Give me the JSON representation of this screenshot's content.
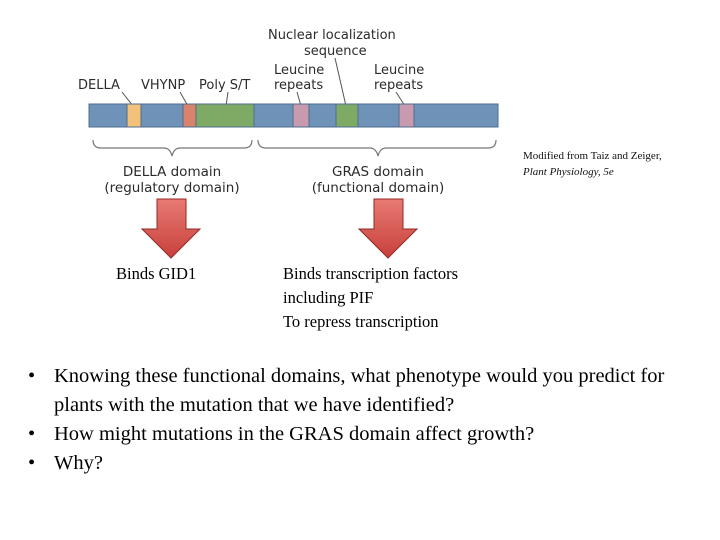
{
  "diagram": {
    "labels": {
      "della": "DELLA",
      "vhynp": "VHYNP",
      "poly_st": "Poly S/T",
      "nls_line1": "Nuclear localization",
      "nls_line2": "sequence",
      "leucine1_line1": "Leucine",
      "leucine1_line2": "repeats",
      "leucine2_line1": "Leucine",
      "leucine2_line2": "repeats"
    },
    "domains": {
      "della_line1": "DELLA domain",
      "della_line2": "(regulatory domain)",
      "gras_line1": "GRAS domain",
      "gras_line2": "(functional domain)"
    },
    "colors": {
      "bar": "#6f93b8",
      "della_motif": "#f2c27a",
      "vhynp_motif": "#d9826c",
      "poly_st_motif": "#7faa66",
      "leucine_repeat": "#c79aae",
      "nls_motif": "#7faa66",
      "arrow": "#d9534f"
    }
  },
  "credit": {
    "line1": "Modified from Taiz and Zeiger,",
    "line2": "Plant Physiology, 5e"
  },
  "notes": {
    "left": "Binds GID1",
    "right_line1": "Binds transcription factors",
    "right_line2": "including PIF",
    "right_line3": "To repress transcription"
  },
  "questions": [
    "Knowing these functional domains, what phenotype would you predict for plants with the mutation that we have identified?",
    "How might mutations in the GRAS domain affect growth?",
    "Why?"
  ]
}
